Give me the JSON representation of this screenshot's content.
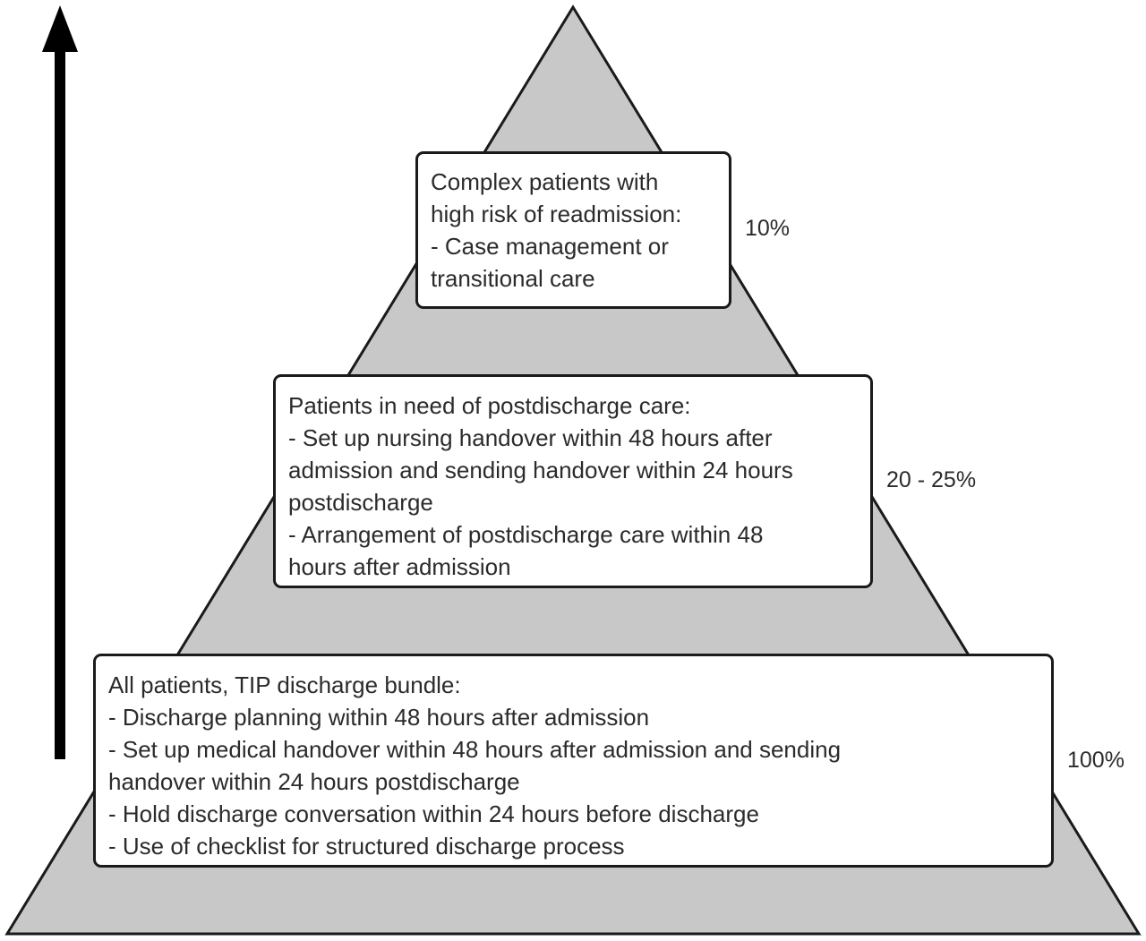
{
  "colors": {
    "pyramid_fill": "#c8c8c8",
    "outline": "#1a1a1a",
    "arrow": "#000000",
    "box_fill": "#ffffff",
    "text": "#2b2b2b"
  },
  "arrow": {
    "direction": "up"
  },
  "tiers": [
    {
      "id": "top",
      "lines": [
        "Complex patients with",
        "high risk of readmission:",
        "- Case management or",
        "transitional care"
      ],
      "percentage": "10%"
    },
    {
      "id": "middle",
      "lines": [
        "Patients in need of postdischarge care:",
        "- Set up nursing handover within 48 hours after",
        "admission and sending handover within 24 hours",
        "postdischarge",
        "- Arrangement of postdischarge care within 48",
        "hours after admission"
      ],
      "percentage": "20 - 25%"
    },
    {
      "id": "bottom",
      "lines": [
        "All patients, TIP discharge bundle:",
        "- Discharge planning within 48 hours after admission",
        "- Set up medical handover within 48 hours after admission and sending",
        "handover within 24 hours postdischarge",
        "- Hold discharge conversation within 24 hours before discharge",
        "- Use of checklist for structured discharge process"
      ],
      "percentage": "100%"
    }
  ]
}
